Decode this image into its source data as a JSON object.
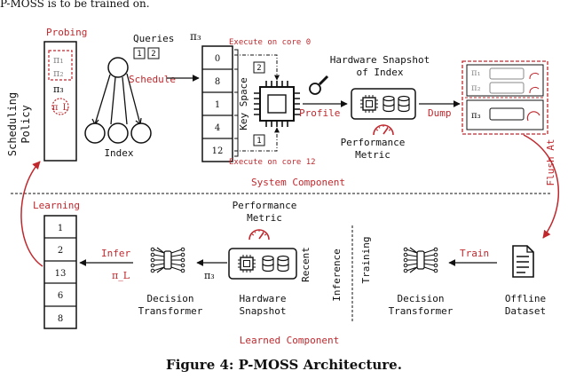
{
  "top_cut_text": "P-MOSS is to be trained on.",
  "caption": "Figure 4: P-MOSS Architecture.",
  "policy": {
    "label_line1": "Scheduling",
    "label_line2": "Policy",
    "probing": "Probing",
    "pi1": "π₁",
    "pi2": "π₂",
    "pi3": "π₃",
    "piL": "π_L"
  },
  "queries": {
    "label": "Queries",
    "q1": "1",
    "q2": "2"
  },
  "schedule": "Schedule",
  "index_label": "Index",
  "pi3_head": "π₃",
  "key_space": {
    "label": "Key Space",
    "cells": [
      "0",
      "8",
      "1",
      "4",
      "12"
    ]
  },
  "exec_top": "Execute on core 0",
  "exec_bottom": "Execute on core 12",
  "q_tag_top": "2",
  "q_tag_bottom": "1",
  "profile": "Profile",
  "hw_snapshot_index": {
    "line1": "Hardware Snapshot",
    "line2": "of Index"
  },
  "perf_metric_top": {
    "line1": "Performance",
    "line2": "Metric"
  },
  "dump": "Dump",
  "flush": "Flush At",
  "dump_rows": [
    "π₁",
    "π₂",
    "π₃"
  ],
  "system_component": "System Component",
  "learned_component": "Learned Component",
  "learning": {
    "label": "Learning",
    "cells": [
      "1",
      "2",
      "13",
      "6",
      "8"
    ]
  },
  "infer": "Infer",
  "piL_arrow": "π_L",
  "pi3_arrow": "π₃",
  "decision_transformer_left": {
    "line1": "Decision",
    "line2": "Transformer"
  },
  "perf_metric_bottom": {
    "line1": "Performance",
    "line2": "Metric"
  },
  "hw_snapshot": {
    "line1": "Hardware",
    "line2": "Snapshot"
  },
  "recent": "Recent",
  "inference": "Inference",
  "training": "Training",
  "decision_transformer_right": {
    "line1": "Decision",
    "line2": "Transformer"
  },
  "train": "Train",
  "offline_dataset": {
    "line1": "Offline",
    "line2": "Dataset"
  },
  "colors": {
    "accent": "#c0282d",
    "ink": "#111111",
    "muted": "#8a8a8a"
  }
}
